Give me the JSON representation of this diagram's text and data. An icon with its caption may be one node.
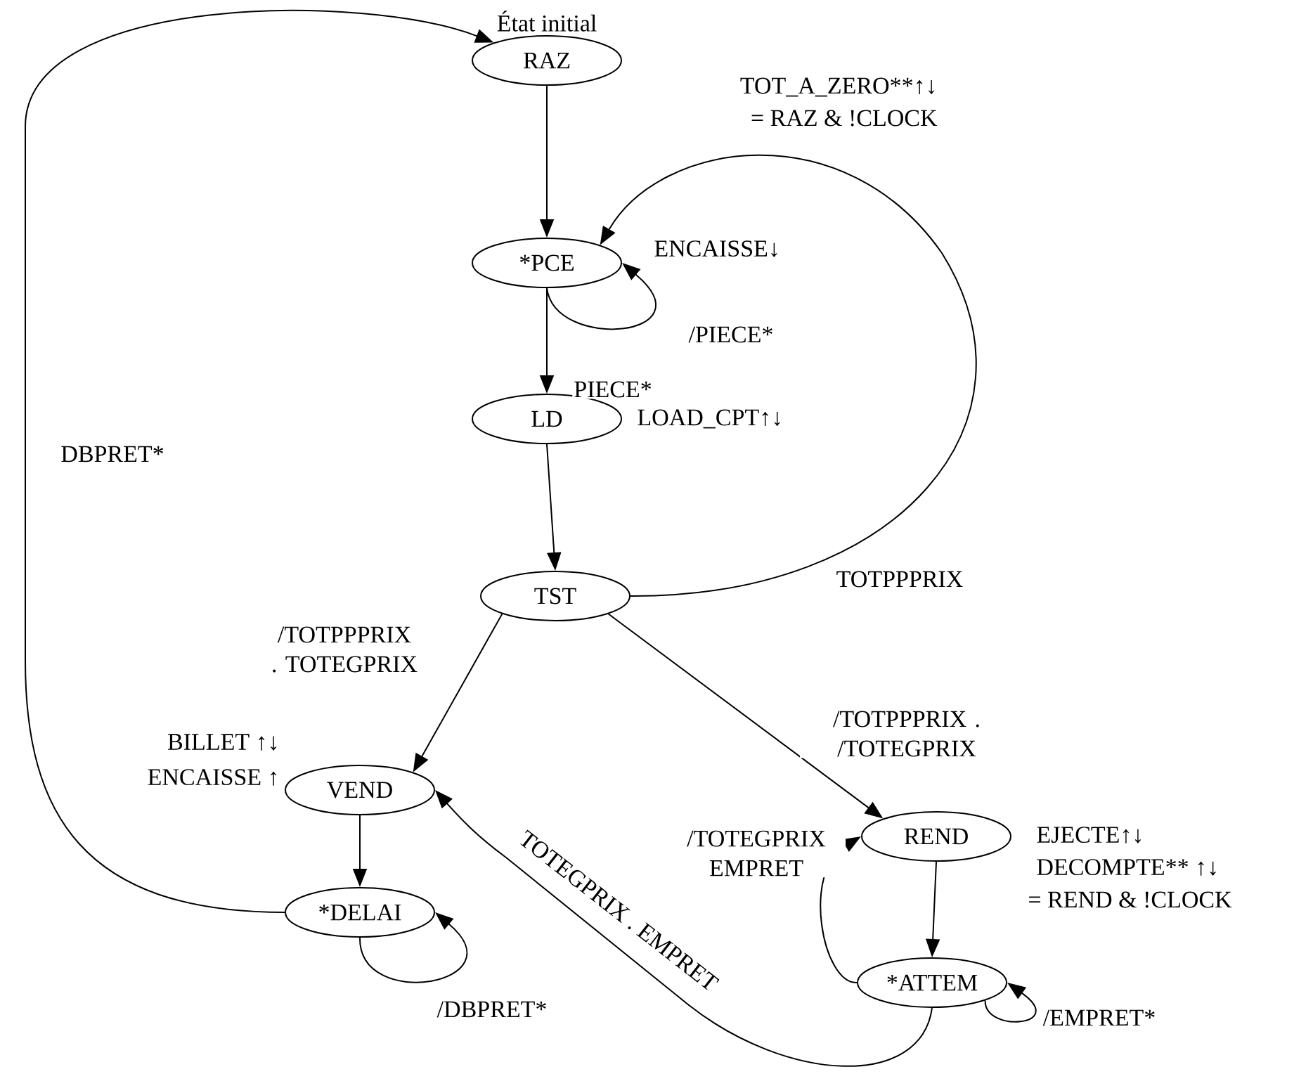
{
  "diagram": {
    "nodes": [
      {
        "text": [
          "RAZ"
        ],
        "beside": [
          "État initial",
          "TOT_A_ZERO**↑↓",
          "= RAZ & !CLOCK"
        ]
      },
      {
        "text": [
          "*PCE"
        ],
        "beside": [
          "ENCAISSE↓"
        ]
      },
      {
        "text": [
          "LD"
        ],
        "beside": [
          "LOAD_CPT↑↓"
        ]
      },
      {
        "text": [
          "TST"
        ]
      },
      {
        "text": [
          "VEND"
        ],
        "beside": [
          "BILLET ↑↓",
          "ENCAISSE ↑"
        ]
      },
      {
        "text": [
          "*DELAI"
        ]
      },
      {
        "text": [
          "REND"
        ],
        "beside": [
          "EJECTE↑↓",
          "DECOMPTE** ↑↓",
          "= REND & !CLOCK"
        ]
      },
      {
        "text": [
          "*ATTEM"
        ]
      }
    ],
    "edges": [
      {
        "from": 5,
        "to": 0,
        "arrow": "to",
        "label": "DBPRET*"
      },
      {
        "from": 0,
        "to": 1,
        "arrow": "to"
      },
      {
        "from": 1,
        "to": 1,
        "arrow": "to",
        "label": "/PIECE*"
      },
      {
        "from": 1,
        "to": 2,
        "arrow": "to",
        "label": "PIECE*"
      },
      {
        "from": 2,
        "to": 3,
        "arrow": "to"
      },
      {
        "from": 3,
        "to": 1,
        "arrow": "to",
        "label": "TOTPPPRIX"
      },
      {
        "from": 3,
        "to": 4,
        "arrow": "to",
        "label": "/TOTPPPRIX . TOTEGPRIX"
      },
      {
        "from": 3,
        "to": 6,
        "arrow": "to",
        "label": "/TOTPPPRIX . /TOTEGPRIX"
      },
      {
        "from": 4,
        "to": 5,
        "arrow": "to"
      },
      {
        "from": 5,
        "to": 5,
        "arrow": "to",
        "label": "/DBPRET*"
      },
      {
        "from": 7,
        "to": 4,
        "arrow": "to",
        "label": "TOTEGPRIX . EMPRET"
      },
      {
        "from": 6,
        "to": 7,
        "arrow": "to"
      },
      {
        "from": 7,
        "to": 6,
        "arrow": "to",
        "label": "/TOTEGPRIX EMPRET"
      },
      {
        "from": 7,
        "to": 7,
        "arrow": "to",
        "label": "/EMPRET*"
      }
    ]
  }
}
